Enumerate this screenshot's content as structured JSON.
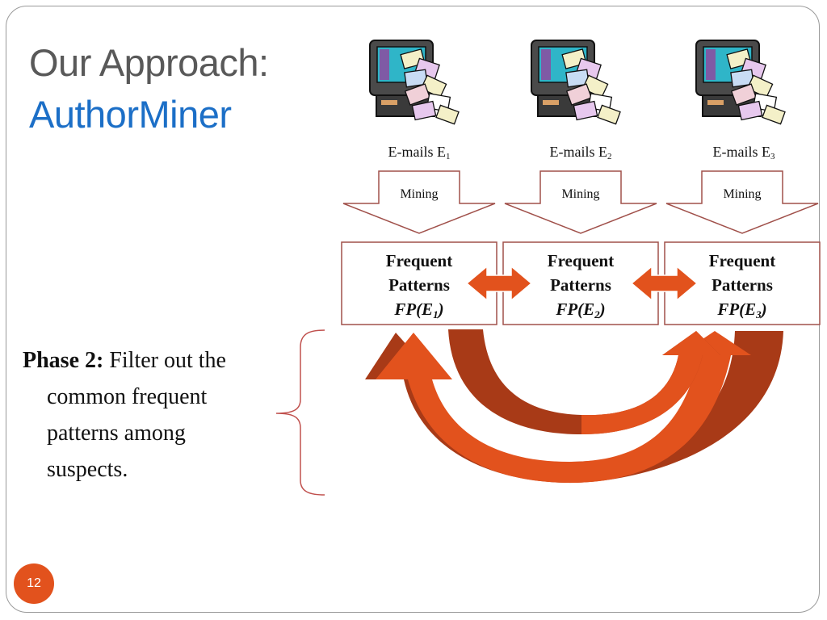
{
  "slide": {
    "title_line1": "Our Approach:",
    "title_line2": "AuthorMiner",
    "page_number": "12"
  },
  "suspects": [
    {
      "email_prefix": "E-mails E",
      "email_sub": "1",
      "mining_label": "Mining",
      "fp_line1": "Frequent",
      "fp_line2": "Patterns",
      "fp_prefix": "FP(E",
      "fp_sub": "1",
      "fp_suffix": ")"
    },
    {
      "email_prefix": "E-mails E",
      "email_sub": "2",
      "mining_label": "Mining",
      "fp_line1": "Frequent",
      "fp_line2": "Patterns",
      "fp_prefix": "FP(E",
      "fp_sub": "2",
      "fp_suffix": ")"
    },
    {
      "email_prefix": "E-mails E",
      "email_sub": "3",
      "mining_label": "Mining",
      "fp_line1": "Frequent",
      "fp_line2": "Patterns",
      "fp_prefix": "FP(E",
      "fp_sub": "3",
      "fp_suffix": ")"
    }
  ],
  "phase": {
    "bold_label": "Phase 2:",
    "line1_rest": " Filter out the",
    "line2": "common frequent",
    "line3": "patterns among",
    "line4": "suspects."
  },
  "colors": {
    "title_gray": "#595959",
    "title_blue": "#1c6fc7",
    "accent_orange": "#e2521d",
    "arrow_dark": "#a83a17",
    "box_border": "#a0504a"
  },
  "icons": [
    "computer-mail-icon",
    "computer-mail-icon",
    "computer-mail-icon"
  ]
}
